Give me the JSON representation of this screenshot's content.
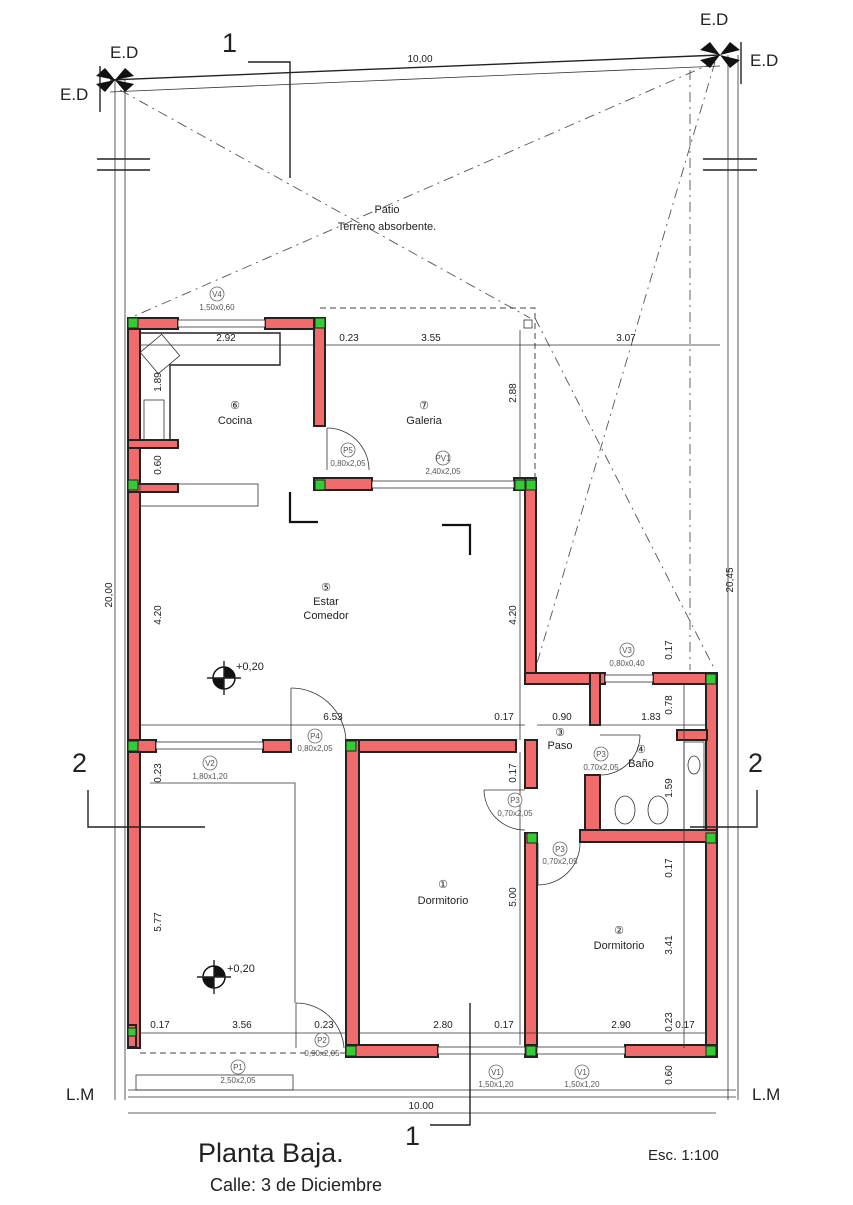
{
  "title": "Planta Baja.",
  "subtitle": "Calle: 3 de Diciembre",
  "scale": "Esc. 1:100",
  "markers": {
    "ed": "E.D",
    "lm": "L.M",
    "section1": "1",
    "section2": "2"
  },
  "patio": {
    "line1": "Patio",
    "line2": "Terreno absorbente."
  },
  "rooms": [
    {
      "num": "⑥",
      "name": "Cocina"
    },
    {
      "num": "⑦",
      "name": "Galeria"
    },
    {
      "num": "⑤",
      "name": "Estar",
      "name2": "Comedor"
    },
    {
      "num": "③",
      "name": "Paso"
    },
    {
      "num": "④",
      "name": "Baño"
    },
    {
      "num": "①",
      "name": "Dormitorio"
    },
    {
      "num": "②",
      "name": "Dormitorio"
    }
  ],
  "levels": [
    "+0,20",
    "+0,20"
  ],
  "openings": [
    {
      "code": "V4",
      "size": "1,50x0,60"
    },
    {
      "code": "P5",
      "size": "0,80x2,05"
    },
    {
      "code": "PV1",
      "size": "2,40x2,05"
    },
    {
      "code": "V3",
      "size": "0,80x0,40"
    },
    {
      "code": "P4",
      "size": "0,80x2,05"
    },
    {
      "code": "V2",
      "size": "1,80x1,20"
    },
    {
      "code": "P3",
      "size": "0,70x2,05"
    },
    {
      "code": "P3",
      "size": "0,70x2,05"
    },
    {
      "code": "P3",
      "size": "0,70x2,05"
    },
    {
      "code": "P2",
      "size": "0,90x2,05"
    },
    {
      "code": "P1",
      "size": "2,50x2,05"
    },
    {
      "code": "V1",
      "size": "1,50x1,20"
    },
    {
      "code": "V1",
      "size": "1,50x1,20"
    }
  ],
  "dims": {
    "top_total": "10,00",
    "bottom_total": "10.00",
    "left_total": "20,00",
    "right_total": "20,45",
    "kitchen_w": "2.92",
    "wall_a": "0.23",
    "galeria_w": "3.55",
    "side_w": "3.07",
    "galeria_h": "2.88",
    "kitchen_h": "1.89",
    "kitchen_h2": "0.60",
    "estar_h": "4.20",
    "estar_h2": "4.20",
    "estar_w": "6.53",
    "wall_b": "0.17",
    "paso_w": "0.90",
    "bano_w": "1.83",
    "v3_h": "0.17",
    "bano_top": "0.78",
    "bano_h": "1.59",
    "wall_c": "0.17",
    "dorm1_h": "5.00",
    "wall_d": "0.17",
    "dorm2_h": "3.41",
    "wall_e": "0.23",
    "garage_top": "0.23",
    "garage_h": "5.77",
    "b_left": "0.17",
    "garage_w": "3.56",
    "b_wall": "0.23",
    "dorm1_w": "2.80",
    "b_wall2": "0.17",
    "dorm2_w": "2.90",
    "b_right": "0.17",
    "front_h": "0.60"
  }
}
